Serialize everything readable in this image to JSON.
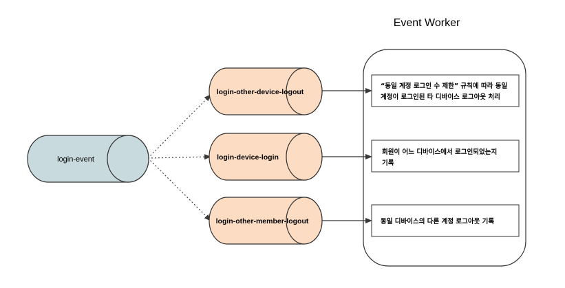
{
  "worker": {
    "title": "Event Worker"
  },
  "source": {
    "label": "login-event",
    "fill": "#c9dadf"
  },
  "topics": [
    {
      "label": "login-other-device-logout"
    },
    {
      "label": "login-device-login"
    },
    {
      "label": "login-other-member-logout"
    }
  ],
  "topic_fill": "#fcdcc3",
  "tasks": [
    {
      "line1": "“동일 계정 로그인 수 제한” 규칙에 따라 동일",
      "line2": "계정이 로그인된 타 디바이스 로그아웃 처리"
    },
    {
      "line1": "회원이 어느 디바이스에서 로그인되었는지",
      "line2": "기록"
    },
    {
      "line1": "동일 디바이스의 다른 계정 로그아웃 기록",
      "line2": ""
    }
  ]
}
